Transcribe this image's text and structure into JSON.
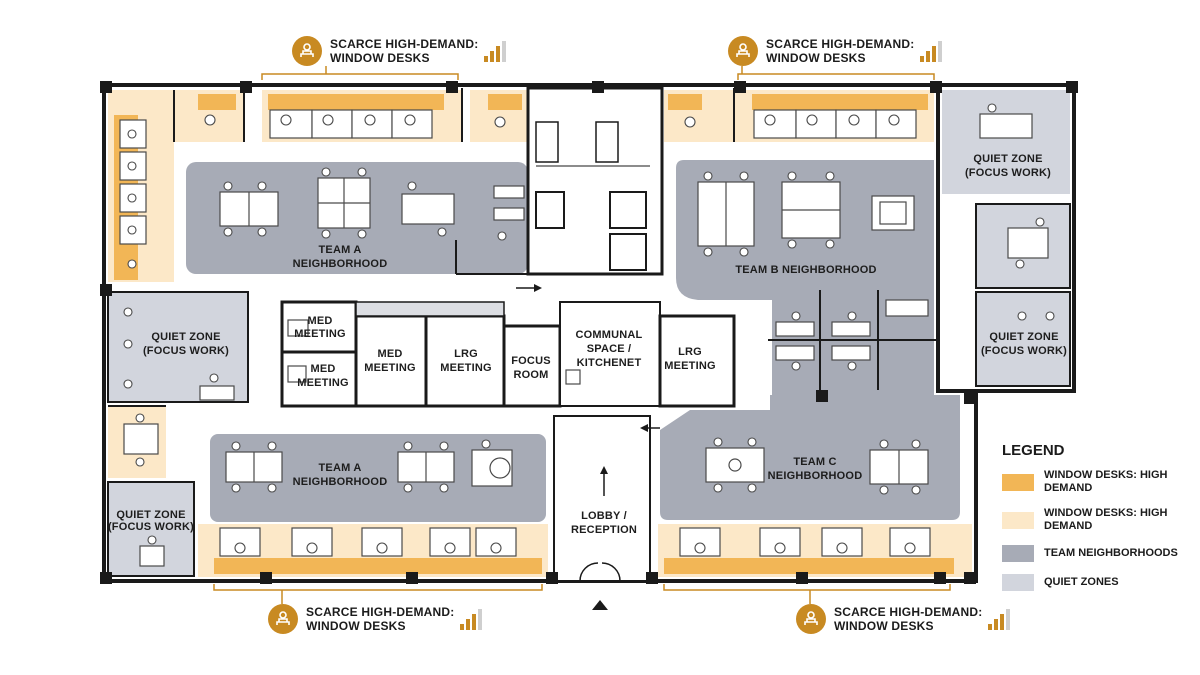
{
  "colors": {
    "window_high": "#F2B656",
    "window_light": "#FCE8C8",
    "team": "#A7ABB6",
    "quiet": "#D2D5DD",
    "wall": "#1A1A1A",
    "accent": "#C88A22"
  },
  "callouts": [
    {
      "line1": "SCARCE HIGH-DEMAND:",
      "line2": "WINDOW DESKS",
      "icon": "desk-person-icon",
      "signal_level": 3
    },
    {
      "line1": "SCARCE HIGH-DEMAND:",
      "line2": "WINDOW DESKS",
      "icon": "desk-person-icon",
      "signal_level": 3
    },
    {
      "line1": "SCARCE HIGH-DEMAND:",
      "line2": "WINDOW DESKS",
      "icon": "desk-person-icon",
      "signal_level": 3
    },
    {
      "line1": "SCARCE HIGH-DEMAND:",
      "line2": "WINDOW DESKS",
      "icon": "desk-person-icon",
      "signal_level": 3
    }
  ],
  "rooms": {
    "team_a_top": [
      "TEAM A",
      "NEIGHBORHOOD"
    ],
    "team_a_bottom": [
      "TEAM A",
      "NEIGHBORHOOD"
    ],
    "team_b": [
      "TEAM B NEIGHBORHOOD"
    ],
    "team_c": [
      "TEAM C",
      "NEIGHBORHOOD"
    ],
    "quiet_left": [
      "QUIET ZONE",
      "(FOCUS WORK)"
    ],
    "quiet_bottom_left": [
      "QUIET ZONE",
      "(FOCUS WORK)"
    ],
    "quiet_right_top": [
      "QUIET ZONE",
      "(FOCUS WORK)"
    ],
    "quiet_right_mid": [
      "QUIET ZONE",
      "(FOCUS WORK)"
    ],
    "med_meeting_1": [
      "MED",
      "MEETING"
    ],
    "med_meeting_2": [
      "MED",
      "MEETING"
    ],
    "med_meeting_3": [
      "MED",
      "MEETING"
    ],
    "lrg_meeting_1": [
      "LRG",
      "MEETING"
    ],
    "lrg_meeting_2": [
      "LRG",
      "MEETING"
    ],
    "focus_room": [
      "FOCUS",
      "ROOM"
    ],
    "communal": [
      "COMMUNAL",
      "SPACE /",
      "KITCHENET"
    ],
    "lobby": [
      "LOBBY /",
      "RECEPTION"
    ]
  },
  "legend": {
    "title": "LEGEND",
    "items": [
      {
        "label": "WINDOW DESKS: HIGH DEMAND",
        "color": "#F2B656"
      },
      {
        "label": "WINDOW DESKS: HIGH DEMAND",
        "color": "#FCE8C8"
      },
      {
        "label": "TEAM NEIGHBORHOODS",
        "color": "#A7ABB6"
      },
      {
        "label": "QUIET ZONES",
        "color": "#D2D5DD"
      }
    ]
  }
}
